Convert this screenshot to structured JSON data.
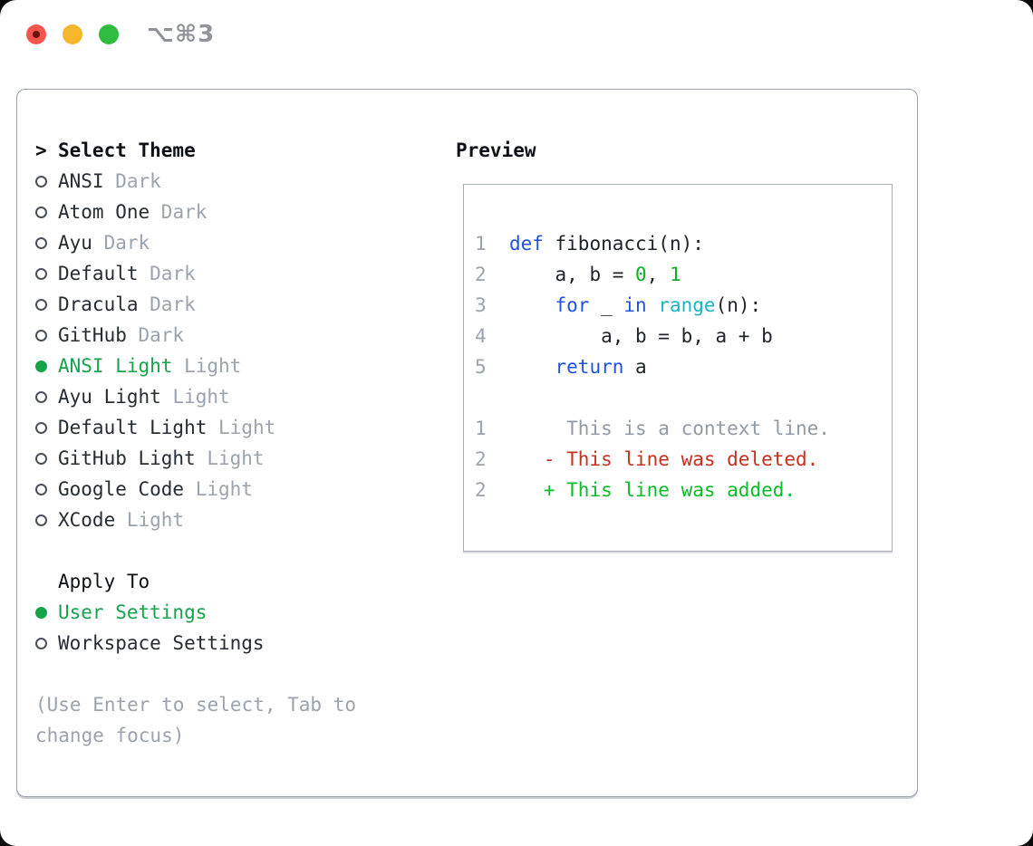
{
  "window": {
    "title": "⌥⌘3",
    "traffic_lights": [
      "close",
      "minimize",
      "zoom"
    ]
  },
  "colors": {
    "accent_green": "#16a34a",
    "keyword_blue": "#2152df",
    "builtin_cyan": "#16b6c6",
    "number_green": "#0db224",
    "diff_add_green": "#0dbd28",
    "diff_del_red": "#c6301c",
    "muted_gray": "#9aa3ae",
    "context_gray": "#929ba5",
    "border_gray": "#9aa2ae",
    "text_dark": "#262c34",
    "traffic_red": "#f4564f",
    "traffic_yellow": "#f6b62b",
    "traffic_green": "#2ebd3f"
  },
  "theme_list": {
    "prompt": ">",
    "header": "Select Theme",
    "items": [
      {
        "label": "ANSI",
        "variant": "Dark",
        "selected": false
      },
      {
        "label": "Atom One",
        "variant": "Dark",
        "selected": false
      },
      {
        "label": "Ayu",
        "variant": "Dark",
        "selected": false
      },
      {
        "label": "Default",
        "variant": "Dark",
        "selected": false
      },
      {
        "label": "Dracula",
        "variant": "Dark",
        "selected": false
      },
      {
        "label": "GitHub",
        "variant": "Dark",
        "selected": false
      },
      {
        "label": "ANSI Light",
        "variant": "Light",
        "selected": true
      },
      {
        "label": "Ayu Light",
        "variant": "Light",
        "selected": false
      },
      {
        "label": "Default Light",
        "variant": "Light",
        "selected": false
      },
      {
        "label": "GitHub Light",
        "variant": "Light",
        "selected": false
      },
      {
        "label": "Google Code",
        "variant": "Light",
        "selected": false
      },
      {
        "label": "XCode",
        "variant": "Light",
        "selected": false
      }
    ]
  },
  "apply_to": {
    "header": "Apply To",
    "options": [
      {
        "label": "User Settings",
        "selected": true
      },
      {
        "label": "Workspace Settings",
        "selected": false
      }
    ]
  },
  "hint": {
    "lines": [
      "(Use Enter to select, Tab to",
      "change focus)"
    ]
  },
  "preview": {
    "header": "Preview",
    "code_lines": [
      {
        "tokens": [
          [
            "1  ",
            "ln"
          ],
          [
            "def",
            "kw"
          ],
          [
            " fibonacci(n):",
            "tx"
          ]
        ]
      },
      {
        "tokens": [
          [
            "2  ",
            "ln"
          ],
          [
            "    a, b = ",
            "tx"
          ],
          [
            "0",
            "num"
          ],
          [
            ", ",
            "tx"
          ],
          [
            "1",
            "num"
          ]
        ]
      },
      {
        "tokens": [
          [
            "3  ",
            "ln"
          ],
          [
            "    ",
            "tx"
          ],
          [
            "for",
            "kw"
          ],
          [
            " _ ",
            "tx"
          ],
          [
            "in",
            "kw"
          ],
          [
            " ",
            "tx"
          ],
          [
            "range",
            "bi"
          ],
          [
            "(n):",
            "tx"
          ]
        ]
      },
      {
        "tokens": [
          [
            "4  ",
            "ln"
          ],
          [
            "        a, b = b, a + b",
            "tx"
          ]
        ]
      },
      {
        "tokens": [
          [
            "5  ",
            "ln"
          ],
          [
            "    ",
            "tx"
          ],
          [
            "return",
            "kw"
          ],
          [
            " a",
            "tx"
          ]
        ]
      },
      {
        "tokens": []
      },
      {
        "tokens": [
          [
            "1  ",
            "ln"
          ],
          [
            "     This is a context line.",
            "ctx"
          ]
        ]
      },
      {
        "tokens": [
          [
            "2  ",
            "ln"
          ],
          [
            "   ",
            "tx"
          ],
          [
            "- This line was deleted.",
            "del"
          ]
        ]
      },
      {
        "tokens": [
          [
            "2  ",
            "ln"
          ],
          [
            "   ",
            "tx"
          ],
          [
            "+ This line was added.",
            "add"
          ]
        ]
      }
    ]
  }
}
